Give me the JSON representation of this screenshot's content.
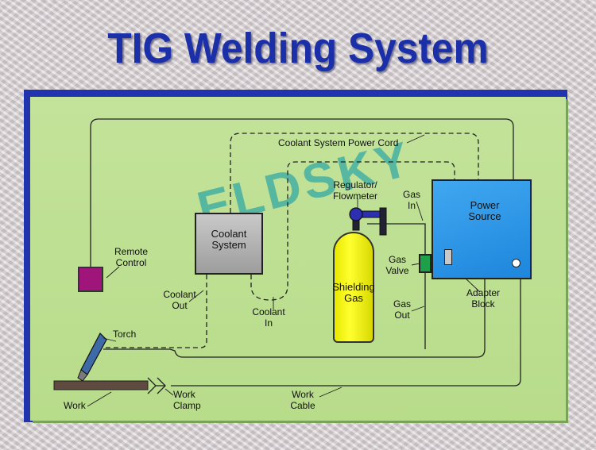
{
  "title": "TIG Welding System",
  "watermark": "ELDSKY",
  "components": {
    "coolant_system": "Coolant\nSystem",
    "power_source": "Power\nSource",
    "shielding_gas": "Shielding\nGas"
  },
  "labels": {
    "coolant_power_cord": "Coolant System Power Cord",
    "regulator": "Regulator/\nFlowmeter",
    "gas_in": "Gas\nIn",
    "gas_valve": "Gas\nValve",
    "gas_out": "Gas\nOut",
    "adapter_block": "Adapter\nBlock",
    "remote_control": "Remote\nControl",
    "coolant_out": "Coolant\nOut",
    "coolant_in": "Coolant\nIn",
    "torch": "Torch",
    "work": "Work",
    "work_clamp": "Work\nClamp",
    "work_cable": "Work\nCable"
  },
  "colors": {
    "title": "#1a2fa8",
    "panel": "#bfe094",
    "power_source": "#2a92e4",
    "coolant_system": "#b0b0b0",
    "cylinder": "#f2f21a",
    "remote": "#a0157a",
    "gas_valve": "#1ea04a"
  }
}
